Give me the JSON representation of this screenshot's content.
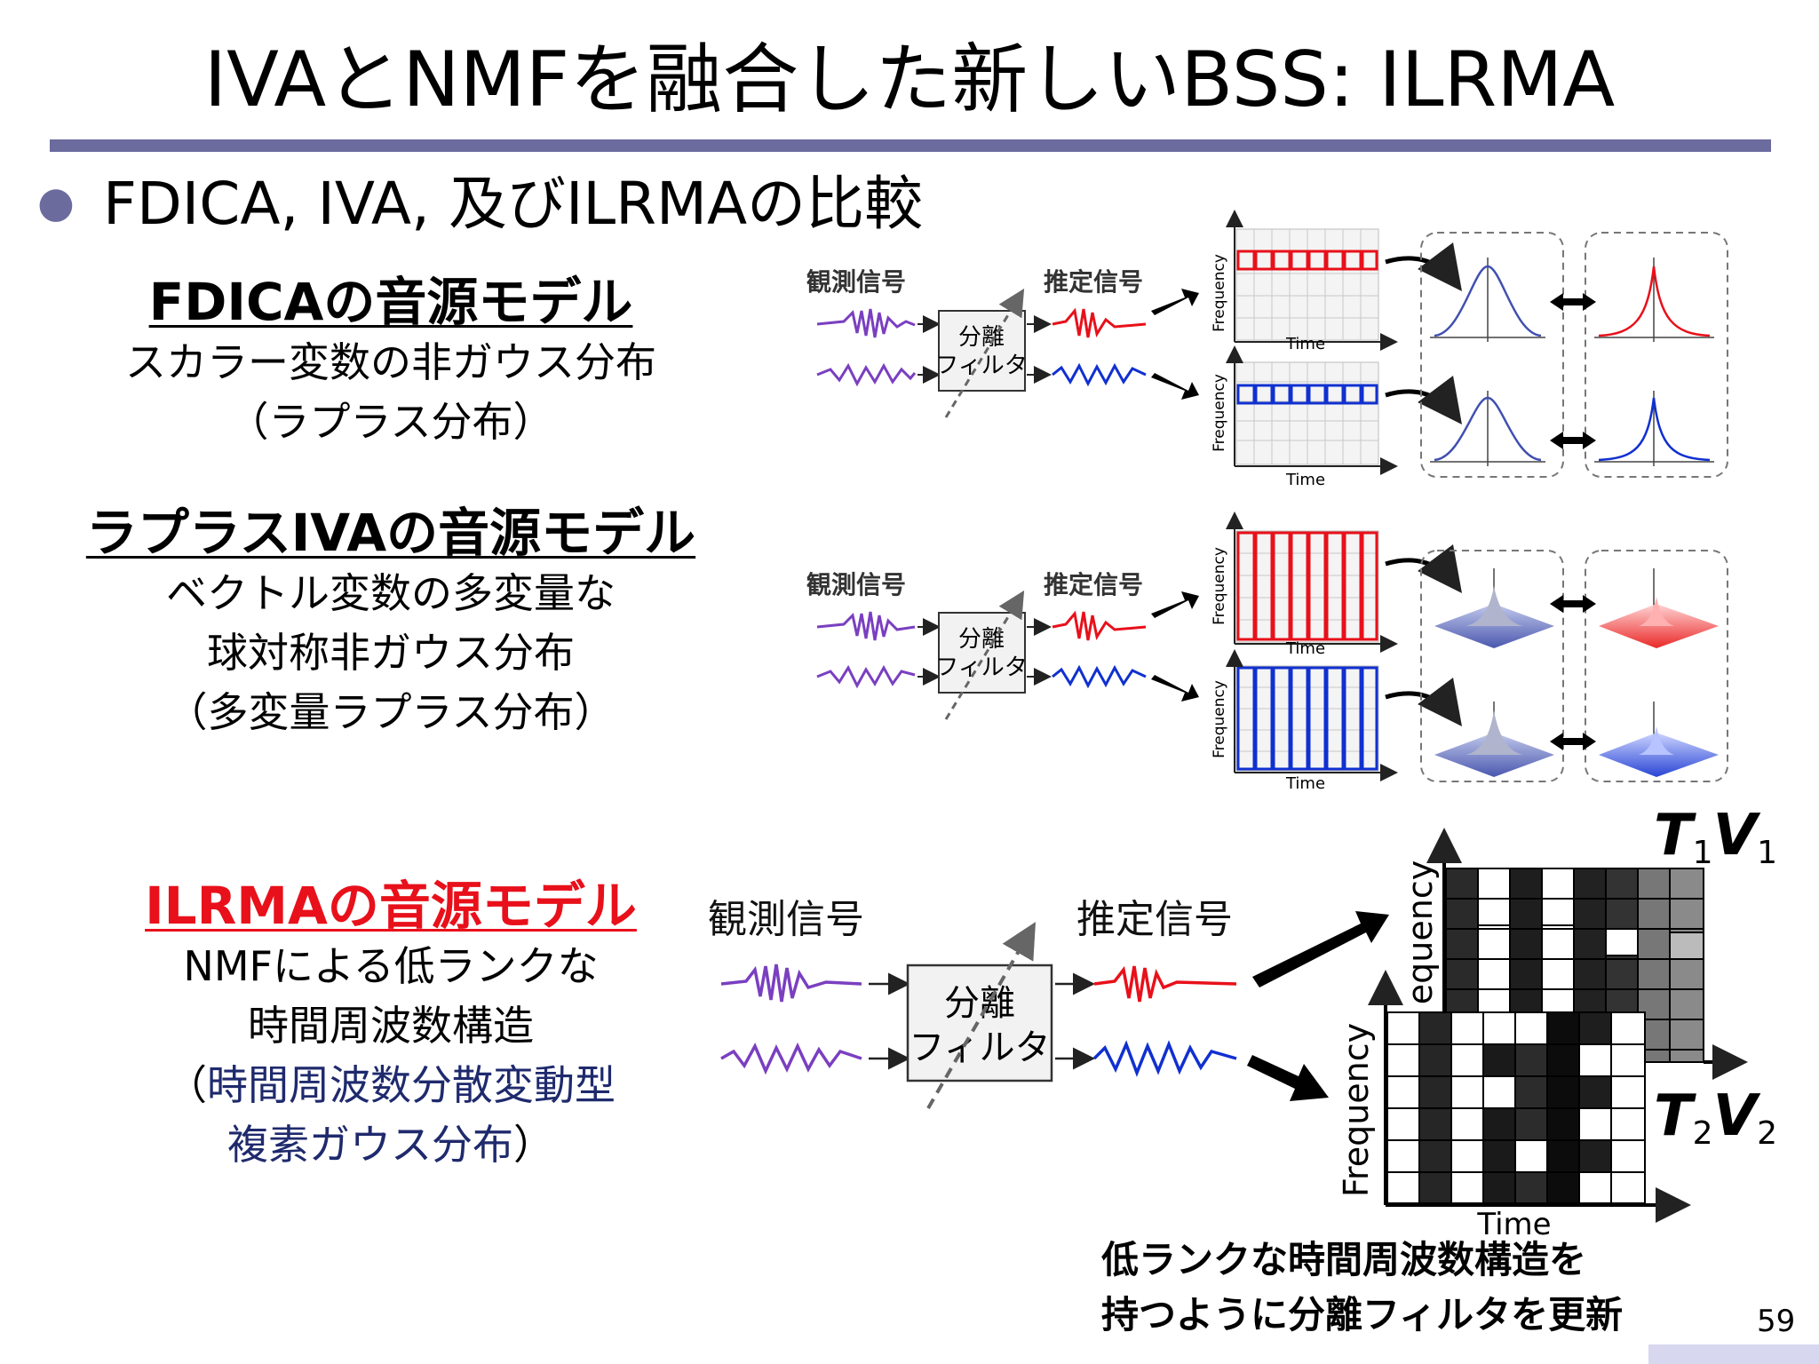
{
  "slide": {
    "title": "IVAとNMFを融合した新しいBSS: ILRMA",
    "bullet": "FDICA, IVA, 及びILRMAの比較",
    "page_number": "59"
  },
  "models": {
    "fdica": {
      "heading": "FDICAの音源モデル",
      "lines": [
        "スカラー変数の非ガウス分布",
        "（ラプラス分布）"
      ]
    },
    "iva": {
      "heading": "ラプラスIVAの音源モデル",
      "lines": [
        "ベクトル変数の多変量な",
        "球対称非ガウス分布",
        "（多変量ラプラス分布）"
      ]
    },
    "ilrma": {
      "heading": "ILRMAの音源モデル",
      "lines": [
        "NMFによる低ランクな",
        "時間周波数構造"
      ],
      "paren_open": "（",
      "navy_line1": "時間周波数分散変動型",
      "navy_line2": "複素ガウス分布",
      "paren_close": "）",
      "heading_color": "#e8101a",
      "navy_color": "#1f2a6d"
    }
  },
  "figure": {
    "observed": "観測信号",
    "estimated": "推定信号",
    "filter_line1": "分離",
    "filter_line2": "フィルタ",
    "frequency": "Frequency",
    "time": "Time",
    "ilrma_freq_top": "equency",
    "matrix1_label_T": "T",
    "matrix1_label_V": "V",
    "matrix1_sub": "1",
    "matrix2_label_T": "T",
    "matrix2_label_V": "V",
    "matrix2_sub": "2",
    "caption_line1": "低ランクな時間周波数構造を",
    "caption_line2": "持つように分離フィルタを更新"
  },
  "colors": {
    "title_rule": "#6b6b9e",
    "source1": "#e8101a",
    "source2": "#1030d0",
    "observed_wave": "#7a3fc0"
  }
}
